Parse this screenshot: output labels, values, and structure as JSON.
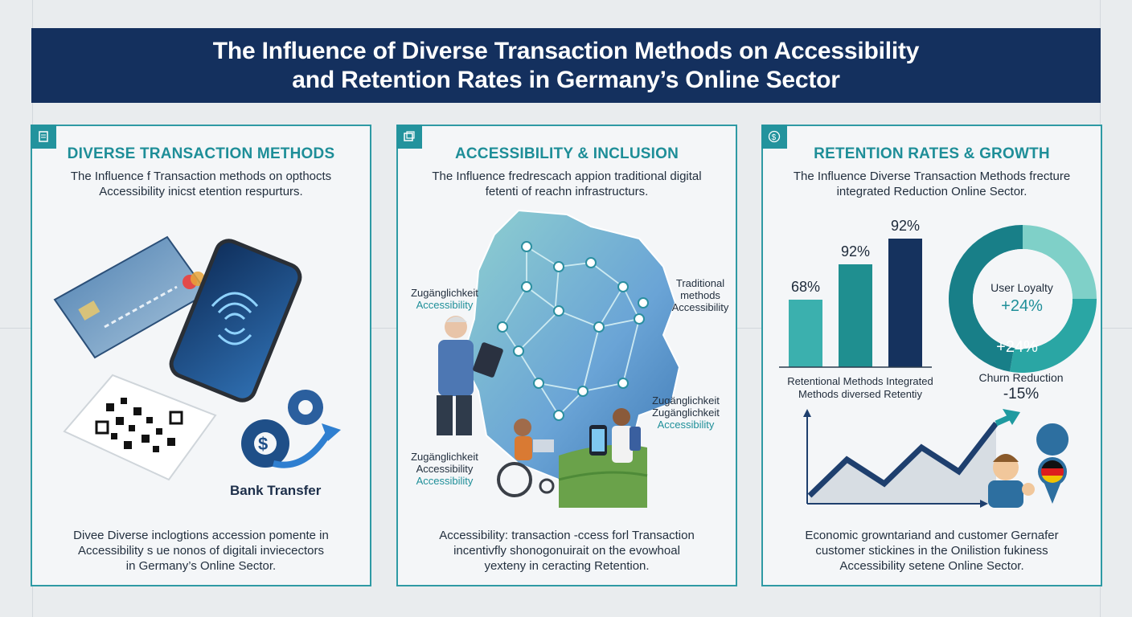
{
  "header": {
    "title_line1": "The Influence of Diverse Transaction Methods on Accessibility",
    "title_line2": "and Retention Rates in Germany’s Online Sector"
  },
  "panels": [
    {
      "icon": "document-icon",
      "title": "DIVERSE TRANSACTION METHODS",
      "subtitle_line1": "The Influence f Transaction methods on opthocts",
      "subtitle_line2": "Accessibility inicst etention respurturs.",
      "bank_label": "Bank Transfer",
      "footer_line1": "Divee Diverse inclogtions accession pomente in",
      "footer_line2": "Accessibility s ue nonos of digitali inviecectors",
      "footer_line3": "in Germany’s Online Sector."
    },
    {
      "icon": "cards-icon",
      "title": "ACCESSIBILITY & INCLUSION",
      "subtitle_line1": "The Influence fredrescach appion traditional digital",
      "subtitle_line2": "fetenti of reachn infrastructurs.",
      "labels": {
        "left_top_1": "Zugänglichkeit",
        "left_top_2": "Accessibility",
        "right_top_1": "Traditional",
        "right_top_2": "methods",
        "right_top_3": "Accessibility",
        "right_mid_1": "Zugänglichkeit",
        "right_mid_2": "Zugänglichkeit",
        "right_mid_3": "Accessibility",
        "left_bottom_1": "Zugänglichkeit",
        "left_bottom_2": "Accessibility",
        "left_bottom_3": "Accessibility"
      },
      "footer_line1": "Accessibility: transaction -ccess forl Transaction",
      "footer_line2": "incentivfly shonogonuirait on the evowhoal",
      "footer_line3": "yexteny in ceracting Retention."
    },
    {
      "icon": "dollar-icon",
      "title": "RETENTION RATES & GROWTH",
      "subtitle_line1": "The Influence Diverse Transaction Methods frecture",
      "subtitle_line2": "integrated Reduction Online Sector.",
      "footer_line1": "Economic growntariand and customer Gernafer",
      "footer_line2": "customer stickines in the Onilistion fukiness",
      "footer_line3": "Accessibility setene Online Sector."
    }
  ],
  "chart_data": [
    {
      "type": "bar",
      "categories": [
        "",
        "",
        ""
      ],
      "values": [
        68,
        92,
        92
      ],
      "data_labels": [
        "68%",
        "92%",
        "92%"
      ],
      "xlabel_line1": "Retentional Methods Integrated",
      "xlabel_line2": "Methods diversed Retentiy",
      "colors": [
        "#3bb0ae",
        "#1f8f90",
        "#15325e"
      ]
    },
    {
      "type": "pie",
      "labels": [
        "User Loyalty",
        "Churn Reduction"
      ],
      "values": [
        24,
        24
      ],
      "display_values": [
        "+24%",
        "+24%"
      ],
      "churn_title": "Churn Reduction",
      "churn_value": "-15%",
      "colors": [
        "#7fd0c8",
        "#2aa6a4",
        "#187f88"
      ]
    }
  ],
  "trend_line": {
    "values": [
      0,
      3,
      1,
      4,
      2,
      6
    ]
  },
  "colors": {
    "navy": "#14305e",
    "teal": "#2e9aa4",
    "background": "#e9ecee"
  }
}
